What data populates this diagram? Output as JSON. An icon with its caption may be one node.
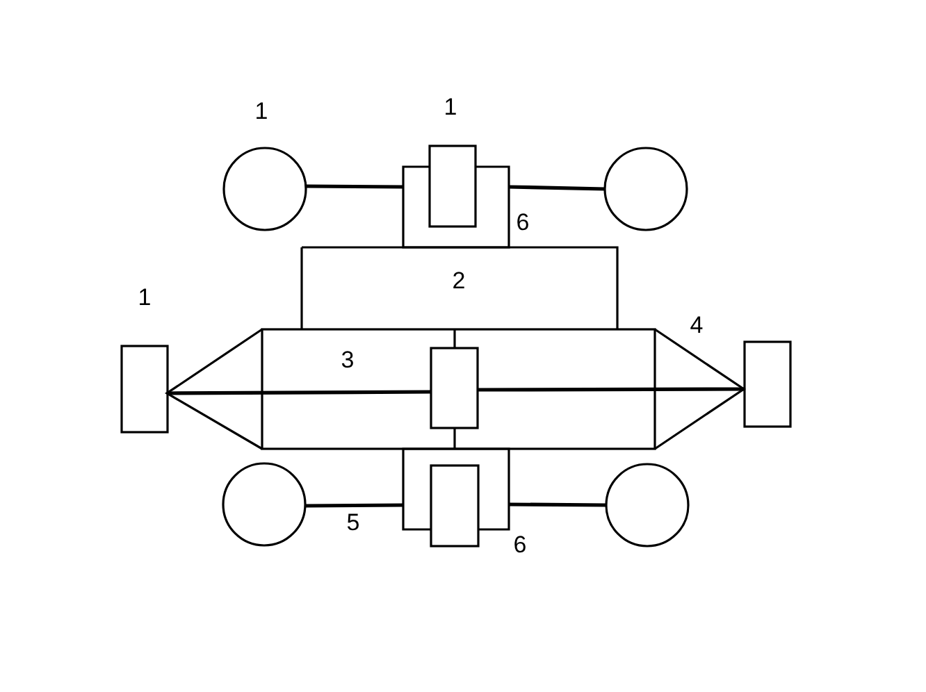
{
  "diagram": {
    "labels": [
      "1",
      "1",
      "6",
      "2",
      "1",
      "4",
      "3",
      "5",
      "6"
    ]
  }
}
